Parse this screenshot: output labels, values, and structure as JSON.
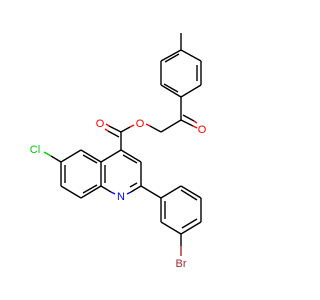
{
  "molecule": {
    "atoms": {
      "o_carbonyl": "O",
      "o_ester": "O",
      "o_ketone": "O",
      "cl": "Cl",
      "n": "N",
      "br": "Br"
    }
  },
  "colors": {
    "bond": "#000000",
    "oxygen": "#ff0000",
    "nitrogen": "#0000ff",
    "chlorine": "#00cc00",
    "bromine": "#a52a2a",
    "background": "#ffffff"
  }
}
